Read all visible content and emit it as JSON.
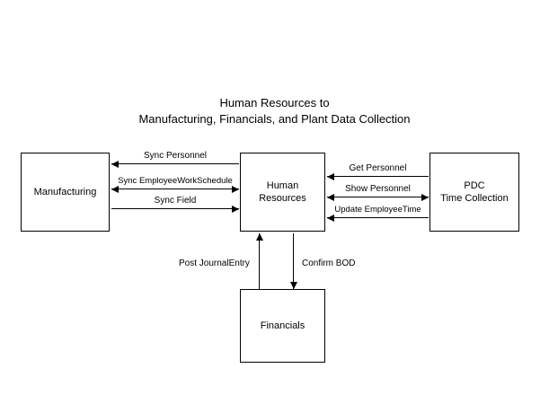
{
  "diagram": {
    "title": "Human Resources to\nManufacturing, Financials, and Plant Data Collection",
    "background_color": "#ffffff",
    "line_color": "#000000",
    "text_color": "#000000",
    "nodes": [
      {
        "id": "manufacturing",
        "label": "Manufacturing"
      },
      {
        "id": "human_resources",
        "label": "Human\nResources"
      },
      {
        "id": "pdc",
        "label": "PDC\nTime Collection"
      },
      {
        "id": "financials",
        "label": "Financials"
      }
    ],
    "connections": [
      {
        "id": "sync_personnel",
        "label": "Sync Personnel",
        "from": "human_resources",
        "to": "manufacturing",
        "direction": "left",
        "orientation": "horizontal"
      },
      {
        "id": "sync_employee_work_schedule",
        "label": "Sync EmployeeWorkSchedule",
        "from": "manufacturing",
        "to": "human_resources",
        "direction": "both",
        "orientation": "horizontal"
      },
      {
        "id": "sync_field",
        "label": "Sync Field",
        "from": "manufacturing",
        "to": "human_resources",
        "direction": "right",
        "orientation": "horizontal"
      },
      {
        "id": "get_personnel",
        "label": "Get Personnel",
        "from": "pdc",
        "to": "human_resources",
        "direction": "left",
        "orientation": "horizontal"
      },
      {
        "id": "show_personnel",
        "label": "Show Personnel",
        "from": "human_resources",
        "to": "pdc",
        "direction": "both",
        "orientation": "horizontal"
      },
      {
        "id": "update_employee_time",
        "label": "Update EmployeeTime",
        "from": "pdc",
        "to": "human_resources",
        "direction": "left",
        "orientation": "horizontal"
      },
      {
        "id": "post_journal_entry",
        "label": "Post JournalEntry",
        "from": "financials",
        "to": "human_resources",
        "direction": "up",
        "orientation": "vertical"
      },
      {
        "id": "confirm_bod",
        "label": "Confirm BOD",
        "from": "human_resources",
        "to": "financials",
        "direction": "down",
        "orientation": "vertical"
      }
    ]
  }
}
